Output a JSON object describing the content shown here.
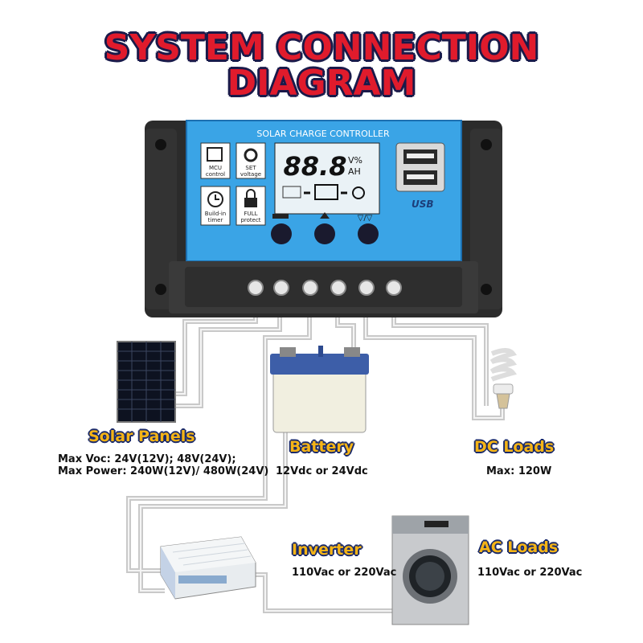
{
  "title_line1": "SYSTEM CONNECTION",
  "title_line2": "DIAGRAM",
  "controller": {
    "name": "SOLAR CHARGE CONTROLLER",
    "display": "88.8",
    "unit_top": "V%",
    "unit_bottom": "AH",
    "features": [
      {
        "label1": "MCU",
        "label2": "control",
        "icon": "chip-icon"
      },
      {
        "label1": "SET",
        "label2": "voltage",
        "icon": "gear-icon"
      },
      {
        "label1": "Build-in",
        "label2": "timer",
        "icon": "clock-icon"
      },
      {
        "label1": "FULL",
        "label2": "protect",
        "icon": "lock-icon"
      }
    ],
    "usb_label": "USB"
  },
  "components": {
    "solar": {
      "label": "Solar Panels",
      "spec1": "Max Voc: 24V(12V); 48V(24V);",
      "spec2": "Max Power: 240W(12V)/ 480W(24V)"
    },
    "battery": {
      "label": "Battery",
      "spec": "12Vdc or 24Vdc"
    },
    "dc_loads": {
      "label": "DC Loads",
      "spec": "Max: 120W"
    },
    "inverter": {
      "label": "Inverter",
      "spec": "110Vac or 220Vac"
    },
    "ac_loads": {
      "label": "AC Loads",
      "spec": "110Vac or 220Vac"
    }
  },
  "colors": {
    "title_red": "#e01b2c",
    "label_yellow": "#f5b416",
    "outline_navy": "#1a2a6a",
    "panel_blue": "#3aa4e6",
    "wire_gray": "#d0d0d0"
  }
}
